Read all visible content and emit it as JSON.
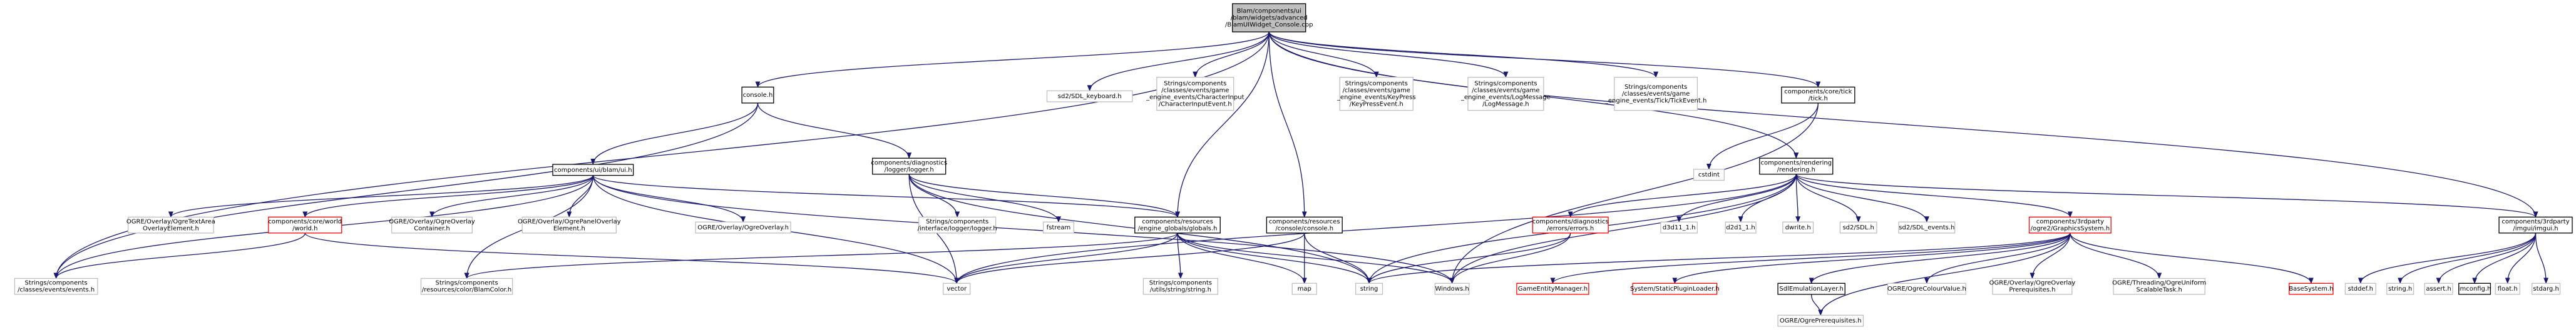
{
  "diagram": {
    "title": "",
    "colors": {
      "root_fill": "#bfbfbf",
      "root_border": "#000000",
      "documented_border": "#000000",
      "undocumented_border": "#bfbfbf",
      "truncated_border": "#ff0000",
      "edge": "#191970",
      "text": "#000000"
    },
    "nodes": [
      {
        "id": "root",
        "style": "root",
        "lines": [
          "Blam/components/ui",
          "/blam/widgets/advanced",
          "/BlamUIWidget_Console.cpp"
        ]
      },
      {
        "id": "console",
        "style": "documented",
        "lines": [
          "console.h"
        ]
      },
      {
        "id": "sdl_keyboard",
        "style": "undocumented",
        "lines": [
          "sd2/SDL_keyboard.h"
        ]
      },
      {
        "id": "charinput",
        "style": "undocumented",
        "lines": [
          "Strings/components",
          "/classes/events/game",
          "_engine_events/CharacterInput",
          "/CharacterInputEvent.h"
        ]
      },
      {
        "id": "keypress",
        "style": "undocumented",
        "lines": [
          "Strings/components",
          "/classes/events/game",
          "_engine_events/KeyPress",
          "/KeyPressEvent.h"
        ]
      },
      {
        "id": "logmessage",
        "style": "undocumented",
        "lines": [
          "Strings/components",
          "/classes/events/game",
          "_engine_events/LogMessage",
          "/LogMessage.h"
        ]
      },
      {
        "id": "tickevent",
        "style": "undocumented",
        "lines": [
          "Strings/components",
          "/classes/events/game",
          "_engine_events/Tick/TickEvent.h"
        ]
      },
      {
        "id": "tick",
        "style": "documented",
        "lines": [
          "components/core/tick",
          "/tick.h"
        ]
      },
      {
        "id": "blamui",
        "style": "documented",
        "lines": [
          "components/ui/blam/ui.h"
        ]
      },
      {
        "id": "logger",
        "style": "documented",
        "lines": [
          "components/diagnostics",
          "/logger/logger.h"
        ]
      },
      {
        "id": "cstdint",
        "style": "undocumented",
        "lines": [
          "cstdint"
        ]
      },
      {
        "id": "rendering",
        "style": "documented",
        "lines": [
          "components/rendering",
          "/rendering.h"
        ]
      },
      {
        "id": "textarea",
        "style": "undocumented",
        "lines": [
          "OGRE/Overlay/OgreTextArea",
          "OverlayElement.h"
        ]
      },
      {
        "id": "world",
        "style": "truncated",
        "lines": [
          "components/core/world",
          "/world.h"
        ]
      },
      {
        "id": "overlaycontainer",
        "style": "undocumented",
        "lines": [
          "OGRE/Overlay/OgreOverlay",
          "Container.h"
        ]
      },
      {
        "id": "panel",
        "style": "undocumented",
        "lines": [
          "OGRE/Overlay/OgrePanelOverlay",
          "Element.h"
        ]
      },
      {
        "id": "ogreoverlay",
        "style": "undocumented",
        "lines": [
          "OGRE/Overlay/OgreOverlay.h"
        ]
      },
      {
        "id": "interface_logger",
        "style": "undocumented",
        "lines": [
          "Strings/components",
          "/interface/logger/logger.h"
        ]
      },
      {
        "id": "fstream",
        "style": "undocumented",
        "lines": [
          "fstream"
        ]
      },
      {
        "id": "globals",
        "style": "documented",
        "lines": [
          "components/resources",
          "/engine_globals/globals.h"
        ]
      },
      {
        "id": "res_console",
        "style": "documented",
        "lines": [
          "components/resources",
          "/console/console.h"
        ]
      },
      {
        "id": "errors",
        "style": "truncated",
        "lines": [
          "components/diagnostics",
          "/errors/errors.h"
        ]
      },
      {
        "id": "d3d11",
        "style": "undocumented",
        "lines": [
          "d3d11_1.h"
        ]
      },
      {
        "id": "d2d1",
        "style": "undocumented",
        "lines": [
          "d2d1_1.h"
        ]
      },
      {
        "id": "dwrite",
        "style": "undocumented",
        "lines": [
          "dwrite.h"
        ]
      },
      {
        "id": "sdl",
        "style": "undocumented",
        "lines": [
          "sd2/SDL.h"
        ]
      },
      {
        "id": "sdl_events",
        "style": "undocumented",
        "lines": [
          "sd2/SDL_events.h"
        ]
      },
      {
        "id": "graphicssystem",
        "style": "truncated",
        "lines": [
          "components/3rdparty",
          "/ogre2/GraphicsSystem.h"
        ]
      },
      {
        "id": "imgui",
        "style": "documented",
        "lines": [
          "components/3rdparty",
          "/imgui/imgui.h"
        ]
      },
      {
        "id": "events",
        "style": "undocumented",
        "lines": [
          "Strings/components",
          "/classes/events/events.h"
        ]
      },
      {
        "id": "blamcolor",
        "style": "undocumented",
        "lines": [
          "Strings/components",
          "/resources/color/BlamColor.h"
        ]
      },
      {
        "id": "vector",
        "style": "undocumented",
        "lines": [
          "vector"
        ]
      },
      {
        "id": "stringh",
        "style": "undocumented",
        "lines": [
          "Strings/components",
          "/utils/string/string.h"
        ]
      },
      {
        "id": "map",
        "style": "undocumented",
        "lines": [
          "map"
        ]
      },
      {
        "id": "string",
        "style": "undocumented",
        "lines": [
          "string"
        ]
      },
      {
        "id": "windows",
        "style": "undocumented",
        "lines": [
          "Windows.h"
        ]
      },
      {
        "id": "entitymanager",
        "style": "truncated",
        "lines": [
          "GameEntityManager.h"
        ]
      },
      {
        "id": "pluginloader",
        "style": "truncated",
        "lines": [
          "System/StaticPluginLoader.h"
        ]
      },
      {
        "id": "sdlemulation",
        "style": "documented",
        "lines": [
          "SdlEmulationLayer.h"
        ]
      },
      {
        "id": "colourvalue",
        "style": "undocumented",
        "lines": [
          "OGRE/OgreColourValue.h"
        ]
      },
      {
        "id": "overlayprereq",
        "style": "undocumented",
        "lines": [
          "OGRE/Overlay/OgreOverlay",
          "Prerequisites.h"
        ]
      },
      {
        "id": "threading",
        "style": "undocumented",
        "lines": [
          "OGRE/Threading/OgreUniform",
          "ScalableTask.h"
        ]
      },
      {
        "id": "basesystem",
        "style": "truncated",
        "lines": [
          "BaseSystem.h"
        ]
      },
      {
        "id": "ogreprereq",
        "style": "undocumented",
        "lines": [
          "OGRE/OgrePrerequisites.h"
        ]
      },
      {
        "id": "stddef",
        "style": "undocumented",
        "lines": [
          "stddef.h"
        ]
      },
      {
        "id": "stringh2",
        "style": "undocumented",
        "lines": [
          "string.h"
        ]
      },
      {
        "id": "assert",
        "style": "undocumented",
        "lines": [
          "assert.h"
        ]
      },
      {
        "id": "imconfig",
        "style": "documented",
        "lines": [
          "imconfig.h"
        ]
      },
      {
        "id": "float",
        "style": "undocumented",
        "lines": [
          "float.h"
        ]
      },
      {
        "id": "stdarg",
        "style": "undocumented",
        "lines": [
          "stdarg.h"
        ]
      }
    ],
    "edges": [
      [
        "root",
        "console"
      ],
      [
        "root",
        "sdl_keyboard"
      ],
      [
        "root",
        "charinput"
      ],
      [
        "root",
        "keypress"
      ],
      [
        "root",
        "logmessage"
      ],
      [
        "root",
        "tickevent"
      ],
      [
        "root",
        "tick"
      ],
      [
        "root",
        "rendering"
      ],
      [
        "root",
        "imgui"
      ],
      [
        "root",
        "globals"
      ],
      [
        "root",
        "res_console"
      ],
      [
        "root",
        "events"
      ],
      [
        "console",
        "blamui"
      ],
      [
        "console",
        "logger"
      ],
      [
        "console",
        "events"
      ],
      [
        "blamui",
        "textarea"
      ],
      [
        "blamui",
        "world"
      ],
      [
        "blamui",
        "overlaycontainer"
      ],
      [
        "blamui",
        "panel"
      ],
      [
        "blamui",
        "ogreoverlay"
      ],
      [
        "blamui",
        "events"
      ],
      [
        "blamui",
        "blamcolor"
      ],
      [
        "blamui",
        "vector"
      ],
      [
        "blamui",
        "globals"
      ],
      [
        "blamui",
        "windows"
      ],
      [
        "logger",
        "interface_logger"
      ],
      [
        "logger",
        "fstream"
      ],
      [
        "logger",
        "globals"
      ],
      [
        "logger",
        "vector"
      ],
      [
        "logger",
        "string"
      ],
      [
        "tick",
        "cstdint"
      ],
      [
        "tick",
        "windows"
      ],
      [
        "world",
        "events"
      ],
      [
        "world",
        "vector"
      ],
      [
        "globals",
        "blamcolor"
      ],
      [
        "globals",
        "stringh"
      ],
      [
        "globals",
        "map"
      ],
      [
        "globals",
        "string"
      ],
      [
        "globals",
        "vector"
      ],
      [
        "globals",
        "windows"
      ],
      [
        "res_console",
        "vector"
      ],
      [
        "res_console",
        "map"
      ],
      [
        "res_console",
        "string"
      ],
      [
        "rendering",
        "errors"
      ],
      [
        "rendering",
        "d3d11"
      ],
      [
        "rendering",
        "d2d1"
      ],
      [
        "rendering",
        "dwrite"
      ],
      [
        "rendering",
        "sdl"
      ],
      [
        "rendering",
        "sdl_events"
      ],
      [
        "rendering",
        "graphicssystem"
      ],
      [
        "rendering",
        "imgui"
      ],
      [
        "rendering",
        "string"
      ],
      [
        "rendering",
        "windows"
      ],
      [
        "rendering",
        "vector"
      ],
      [
        "errors",
        "windows"
      ],
      [
        "errors",
        "string"
      ],
      [
        "graphicssystem",
        "entitymanager"
      ],
      [
        "graphicssystem",
        "pluginloader"
      ],
      [
        "graphicssystem",
        "sdlemulation"
      ],
      [
        "graphicssystem",
        "colourvalue"
      ],
      [
        "graphicssystem",
        "overlayprereq"
      ],
      [
        "graphicssystem",
        "threading"
      ],
      [
        "graphicssystem",
        "basesystem"
      ],
      [
        "graphicssystem",
        "ogreprereq"
      ],
      [
        "graphicssystem",
        "string"
      ],
      [
        "sdlemulation",
        "ogreprereq"
      ],
      [
        "imgui",
        "stddef"
      ],
      [
        "imgui",
        "stringh2"
      ],
      [
        "imgui",
        "assert"
      ],
      [
        "imgui",
        "imconfig"
      ],
      [
        "imgui",
        "float"
      ],
      [
        "imgui",
        "stdarg"
      ]
    ]
  }
}
